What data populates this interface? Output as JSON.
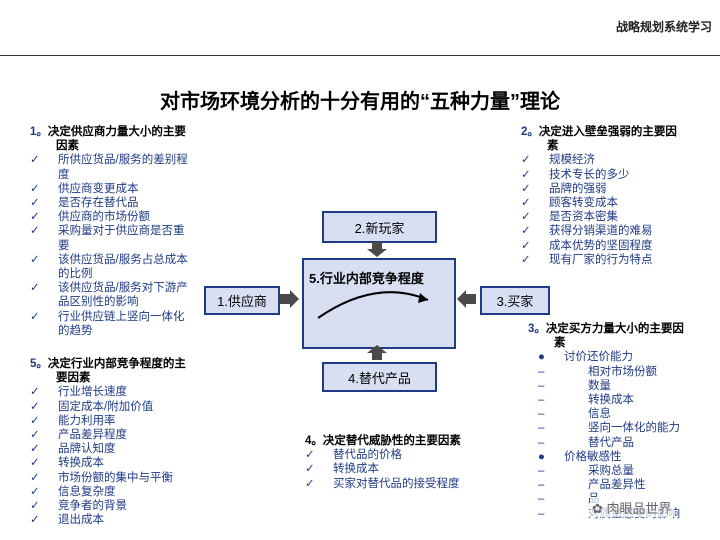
{
  "header": {
    "label": "战略规划系统学习"
  },
  "title": "对市场环境分析的十分有用的“五种力量”理论",
  "sections": {
    "supplier": {
      "num": "1。",
      "head": "决定供应商力量大小的主要",
      "sub": "因素",
      "items": [
        "所供应货品/服务的差别程",
        "度",
        "供应商变更成本",
        "是否存在替代品",
        "供应商的市场份额",
        "采购量对于供应商是否重",
        "要",
        "该供应货品/服务占总成本",
        "的比例",
        "该供应货品/服务对下游产",
        "品区别性的影响",
        "行业供应链上竖向一体化",
        "的趋势"
      ],
      "marks": [
        1,
        0,
        1,
        1,
        1,
        1,
        0,
        1,
        0,
        1,
        0,
        1,
        0
      ]
    },
    "entry": {
      "num": "2。",
      "head": "决定进入壁垒强弱的主要因",
      "sub": "素",
      "items": [
        "规模经济",
        "技术专长的多少",
        "品牌的强弱",
        "顾客转变成本",
        "是否资本密集",
        "获得分销渠道的难易",
        "成本优势的坚固程度",
        "现有厂家的行为特点"
      ]
    },
    "rivalry": {
      "num": "5。",
      "head": "决定行业内部竞争程度的主",
      "sub": "要因素",
      "items": [
        "行业增长速度",
        "固定成本/附加价值",
        "能力利用率",
        "产品差异程度",
        "品牌认知度",
        "转换成本",
        "市场份额的集中与平衡",
        "信息复杂度",
        "竞争者的背景",
        "退出成本"
      ]
    },
    "substitute": {
      "head": "4。决定替代威胁性的主要因素",
      "items": [
        "替代品的价格",
        "转换成本",
        "买家对替代品的接受程度"
      ]
    },
    "buyer": {
      "num": "3。",
      "head": "决定买方力量大小的主要因",
      "sub": "素",
      "group1": "讨价还价能力",
      "g1_items": [
        "相对市场份额",
        "数量",
        "转换成本",
        "信息",
        "竖向一体化的能力",
        "替代产品"
      ],
      "group2": "价格敏感性",
      "g2_items": [
        "采购总量",
        "产品差异性",
        "品",
        "对质量感受的影响"
      ]
    }
  },
  "boxes": {
    "new_entrant": "2.新玩家",
    "supplier": "1.供应商",
    "buyer": "3.买家",
    "substitute": "4.替代产品",
    "center": "5.行业内部竞争程度"
  },
  "watermark": "肉眼品世界",
  "colors": {
    "accent": "#1f3b85",
    "box_fill": "#d9dff3",
    "arrow": "#4a4a4a"
  }
}
